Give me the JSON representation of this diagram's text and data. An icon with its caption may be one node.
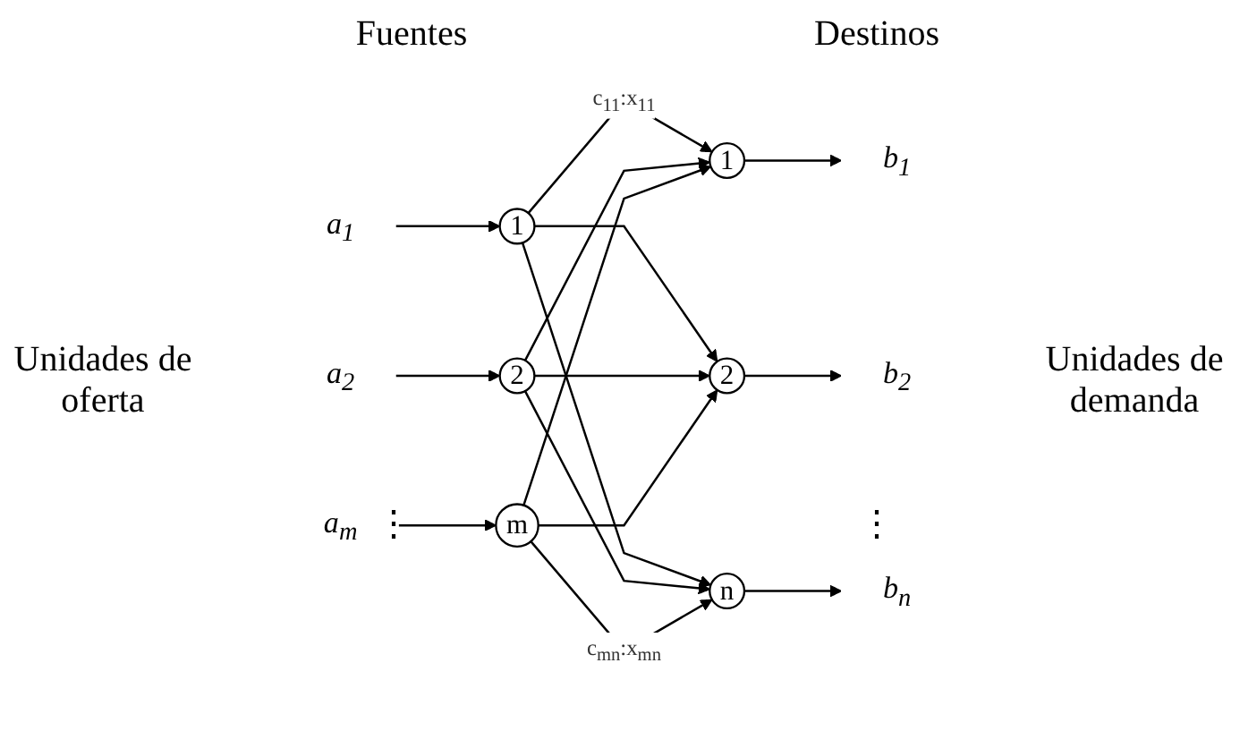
{
  "diagram": {
    "nodes": [
      {
        "text": [
          "a$_{1}$"
        ]
      },
      {
        "text": [
          "1"
        ]
      },
      {
        "text": [
          "1"
        ]
      },
      {
        "text": [
          "b$_{1}$"
        ]
      },
      {
        "text": [
          "a$_{2}$"
        ]
      },
      {
        "text": [
          "2"
        ]
      },
      {
        "text": [
          "2"
        ]
      },
      {
        "text": [
          "b$_{2}$"
        ]
      },
      {
        "text": [
          "a$_{m}$"
        ]
      },
      {
        "text": [
          "m"
        ]
      },
      {
        "text": [
          "n"
        ]
      },
      {
        "text": [
          "b$_{n}$"
        ]
      }
    ],
    "edges": [
      {
        "from": 0,
        "to": 1,
        "arrow": "to"
      },
      {
        "from": 1,
        "to": 2,
        "arrow": "to",
        "label": "c$_{11}$:x$_{11}$"
      },
      {
        "from": 1,
        "to": 6,
        "arrow": "to"
      },
      {
        "from": 1,
        "to": 10,
        "arrow": "to"
      },
      {
        "from": 2,
        "to": 3,
        "arrow": "to"
      },
      {
        "from": 4,
        "to": 5,
        "arrow": "to"
      },
      {
        "from": 5,
        "to": 2,
        "arrow": "to"
      },
      {
        "from": 5,
        "to": 6,
        "arrow": "to"
      },
      {
        "from": 5,
        "to": 10,
        "arrow": "to"
      },
      {
        "from": 6,
        "to": 7,
        "arrow": "to"
      },
      {
        "from": 8,
        "to": 9,
        "arrow": "to"
      },
      {
        "from": 9,
        "to": 2,
        "arrow": "to"
      },
      {
        "from": 9,
        "to": 6,
        "arrow": "to"
      },
      {
        "from": 9,
        "to": 10,
        "arrow": "to",
        "label": "c$_{mn}$:x$_{mn}$"
      },
      {
        "from": 10,
        "to": 11,
        "arrow": "to"
      }
    ],
    "labels": [
      "Fuentes",
      "Destinos",
      "Unidades de oferta",
      "⋮",
      "⋮",
      "Unidades de demanda"
    ]
  }
}
